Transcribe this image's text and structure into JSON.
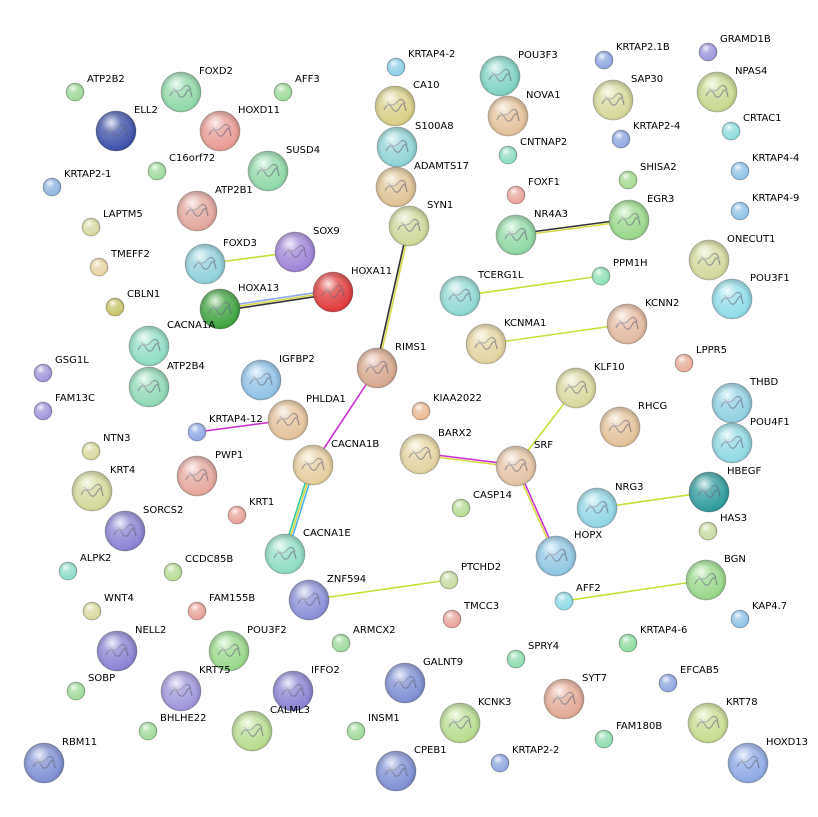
{
  "nodes": [
    {
      "id": "KRTAP4-2",
      "label": "KRTAP4-2",
      "color": "#8ecfe8",
      "size": "s"
    },
    {
      "id": "POU3F3",
      "label": "POU3F3",
      "color": "#7fd3c4",
      "size": "l"
    },
    {
      "id": "KRTAP2.1B",
      "label": "KRTAP2.1B",
      "color": "#8fa6e0",
      "size": "s"
    },
    {
      "id": "GRAMD1B",
      "label": "GRAMD1B",
      "color": "#9b95db",
      "size": "s"
    },
    {
      "id": "ATP2B2",
      "label": "ATP2B2",
      "color": "#9fd89a",
      "size": "s"
    },
    {
      "id": "FOXD2",
      "label": "FOXD2",
      "color": "#8fd8a9",
      "size": "l"
    },
    {
      "id": "AFF3",
      "label": "AFF3",
      "color": "#9fdb9c",
      "size": "s"
    },
    {
      "id": "CA10",
      "label": "CA10",
      "color": "#d8cf86",
      "size": "l"
    },
    {
      "id": "SAP30",
      "label": "SAP30",
      "color": "#d7d99a",
      "size": "l"
    },
    {
      "id": "NPAS4",
      "label": "NPAS4",
      "color": "#c8d98f",
      "size": "l"
    },
    {
      "id": "ELL2",
      "label": "ELL2",
      "color": "#3d4fa8",
      "size": "l"
    },
    {
      "id": "HOXD11",
      "label": "HOXD11",
      "color": "#e89a95",
      "size": "l"
    },
    {
      "id": "NOVA1",
      "label": "NOVA1",
      "color": "#e3c39a",
      "size": "l"
    },
    {
      "id": "KRTAP2-4",
      "label": "KRTAP2-4",
      "color": "#8fa6e0",
      "size": "s"
    },
    {
      "id": "CRTAC1",
      "label": "CRTAC1",
      "color": "#8fdcdc",
      "size": "s"
    },
    {
      "id": "S100A8",
      "label": "S100A8",
      "color": "#8fd3d3",
      "size": "l"
    },
    {
      "id": "C16orf72",
      "label": "C16orf72",
      "color": "#9fdb9c",
      "size": "s"
    },
    {
      "id": "SUSD4",
      "label": "SUSD4",
      "color": "#8fd8a9",
      "size": "l"
    },
    {
      "id": "CNTNAP2",
      "label": "CNTNAP2",
      "color": "#8fdcc0",
      "size": "s"
    },
    {
      "id": "KRTAP2-1",
      "label": "KRTAP2-1",
      "color": "#8fb3e0",
      "size": "s"
    },
    {
      "id": "ADAMTS17",
      "label": "ADAMTS17",
      "color": "#ddc392",
      "size": "l"
    },
    {
      "id": "SHISA2",
      "label": "SHISA2",
      "color": "#a5da90",
      "size": "s"
    },
    {
      "id": "KRTAP4-4",
      "label": "KRTAP4-4",
      "color": "#8fc2e8",
      "size": "s"
    },
    {
      "id": "ATP2B1",
      "label": "ATP2B1",
      "color": "#e3a69e",
      "size": "l"
    },
    {
      "id": "FOXF1",
      "label": "FOXF1",
      "color": "#e8a39a",
      "size": "s"
    },
    {
      "id": "EGR3",
      "label": "EGR3",
      "color": "#98d889",
      "size": "l"
    },
    {
      "id": "KRTAP4-9",
      "label": "KRTAP4-9",
      "color": "#8fc2e8",
      "size": "s"
    },
    {
      "id": "LAPTM5",
      "label": "LAPTM5",
      "color": "#d7d9a2",
      "size": "s"
    },
    {
      "id": "SYN1",
      "label": "SYN1",
      "color": "#cfd89a",
      "size": "l"
    },
    {
      "id": "NR4A3",
      "label": "NR4A3",
      "color": "#8fd8a5",
      "size": "l"
    },
    {
      "id": "SOX9",
      "label": "SOX9",
      "color": "#9f84d8",
      "size": "l"
    },
    {
      "id": "FOXD3",
      "label": "FOXD3",
      "color": "#8fd0d8",
      "size": "l"
    },
    {
      "id": "ONECUT1",
      "label": "ONECUT1",
      "color": "#d3d99b",
      "size": "l"
    },
    {
      "id": "TMEFF2",
      "label": "TMEFF2",
      "color": "#e6d3a4",
      "size": "s"
    },
    {
      "id": "HOXA11",
      "label": "HOXA11",
      "color": "#e03a3a",
      "size": "l"
    },
    {
      "id": "PPM1H",
      "label": "PPM1H",
      "color": "#8fe0b5",
      "size": "s"
    },
    {
      "id": "POU3F1",
      "label": "POU3F1",
      "color": "#8fdce6",
      "size": "l"
    },
    {
      "id": "CBLN1",
      "label": "CBLN1",
      "color": "#c8c66a",
      "size": "s"
    },
    {
      "id": "HOXA13",
      "label": "HOXA13",
      "color": "#3ea33e",
      "size": "l"
    },
    {
      "id": "TCERG1L",
      "label": "TCERG1L",
      "color": "#8fd8d2",
      "size": "l"
    },
    {
      "id": "KCNN2",
      "label": "KCNN2",
      "color": "#e3b9a1",
      "size": "l"
    },
    {
      "id": "CACNA1A",
      "label": "CACNA1A",
      "color": "#8fdcc4",
      "size": "l"
    },
    {
      "id": "KCNMA1",
      "label": "KCNMA1",
      "color": "#e3d4a0",
      "size": "l"
    },
    {
      "id": "RIMS1",
      "label": "RIMS1",
      "color": "#d8a88f",
      "size": "l"
    },
    {
      "id": "GSG1L",
      "label": "GSG1L",
      "color": "#9e95db",
      "size": "s"
    },
    {
      "id": "IGFBP2",
      "label": "IGFBP2",
      "color": "#8fc2e8",
      "size": "l"
    },
    {
      "id": "LPPR5",
      "label": "LPPR5",
      "color": "#e8ad9a",
      "size": "s"
    },
    {
      "id": "ATP2B4",
      "label": "ATP2B4",
      "color": "#8fd8b5",
      "size": "l"
    },
    {
      "id": "KLF10",
      "label": "KLF10",
      "color": "#dad99e",
      "size": "l"
    },
    {
      "id": "THBD",
      "label": "THBD",
      "color": "#8fd0e0",
      "size": "l"
    },
    {
      "id": "FAM13C",
      "label": "FAM13C",
      "color": "#9e95db",
      "size": "s"
    },
    {
      "id": "PHLDA1",
      "label": "PHLDA1",
      "color": "#e3c39a",
      "size": "l"
    },
    {
      "id": "KIAA2022",
      "label": "KIAA2022",
      "color": "#ebba95",
      "size": "s"
    },
    {
      "id": "RHCG",
      "label": "RHCG",
      "color": "#e3c39a",
      "size": "l"
    },
    {
      "id": "POU4F1",
      "label": "POU4F1",
      "color": "#8fd8e0",
      "size": "l"
    },
    {
      "id": "KRTAP4-12",
      "label": "KRTAP4-12",
      "color": "#8fa8e6",
      "size": "s"
    },
    {
      "id": "NTN3",
      "label": "NTN3",
      "color": "#d8d99e",
      "size": "s"
    },
    {
      "id": "BARX2",
      "label": "BARX2",
      "color": "#e3d4a0",
      "size": "l"
    },
    {
      "id": "CACNA1B",
      "label": "CACNA1B",
      "color": "#e6cf9e",
      "size": "l"
    },
    {
      "id": "SRF",
      "label": "SRF",
      "color": "#e3c3a5",
      "size": "l"
    },
    {
      "id": "HBEGF",
      "label": "HBEGF",
      "color": "#2e9a9a",
      "size": "l"
    },
    {
      "id": "PWP1",
      "label": "PWP1",
      "color": "#e6a69e",
      "size": "l"
    },
    {
      "id": "KRT4",
      "label": "KRT4",
      "color": "#d3d99a",
      "size": "l"
    },
    {
      "id": "CASP14",
      "label": "CASP14",
      "color": "#b7dc95",
      "size": "s"
    },
    {
      "id": "NRG3",
      "label": "NRG3",
      "color": "#8fd6e3",
      "size": "l"
    },
    {
      "id": "KRT1",
      "label": "KRT1",
      "color": "#e8a39a",
      "size": "s"
    },
    {
      "id": "SORCS2",
      "label": "SORCS2",
      "color": "#8a82d3",
      "size": "l"
    },
    {
      "id": "HAS3",
      "label": "HAS3",
      "color": "#c8dca1",
      "size": "s"
    },
    {
      "id": "HOPX",
      "label": "HOPX",
      "color": "#8fc7e3",
      "size": "l"
    },
    {
      "id": "CACNA1E",
      "label": "CACNA1E",
      "color": "#8fdcc4",
      "size": "l"
    },
    {
      "id": "ALPK2",
      "label": "ALPK2",
      "color": "#8fdcc8",
      "size": "s"
    },
    {
      "id": "CCDC85B",
      "label": "CCDC85B",
      "color": "#b7dc95",
      "size": "s"
    },
    {
      "id": "BGN",
      "label": "BGN",
      "color": "#98d889",
      "size": "l"
    },
    {
      "id": "ZNF594",
      "label": "ZNF594",
      "color": "#8a8fd8",
      "size": "l"
    },
    {
      "id": "PTCHD2",
      "label": "PTCHD2",
      "color": "#c8dca1",
      "size": "s"
    },
    {
      "id": "WNT4",
      "label": "WNT4",
      "color": "#dad99e",
      "size": "s"
    },
    {
      "id": "FAM155B",
      "label": "FAM155B",
      "color": "#e8a39a",
      "size": "s"
    },
    {
      "id": "AFF2",
      "label": "AFF2",
      "color": "#8fdce6",
      "size": "s"
    },
    {
      "id": "KAP4.7",
      "label": "KAP4.7",
      "color": "#8fc2e8",
      "size": "s"
    },
    {
      "id": "TMCC3",
      "label": "TMCC3",
      "color": "#e8a39a",
      "size": "s"
    },
    {
      "id": "NELL2",
      "label": "NELL2",
      "color": "#8a82d3",
      "size": "l"
    },
    {
      "id": "POU3F2",
      "label": "POU3F2",
      "color": "#98d889",
      "size": "l"
    },
    {
      "id": "ARMCX2",
      "label": "ARMCX2",
      "color": "#9fdb9c",
      "size": "s"
    },
    {
      "id": "KRTAP4-6",
      "label": "KRTAP4-6",
      "color": "#8fdca0",
      "size": "s"
    },
    {
      "id": "SPRY4",
      "label": "SPRY4",
      "color": "#8fdcb0",
      "size": "s"
    },
    {
      "id": "SOBP",
      "label": "SOBP",
      "color": "#9fdb9c",
      "size": "s"
    },
    {
      "id": "KRT75",
      "label": "KRT75",
      "color": "#9e95db",
      "size": "l"
    },
    {
      "id": "IFFO2",
      "label": "IFFO2",
      "color": "#8a82d3",
      "size": "l"
    },
    {
      "id": "GALNT9",
      "label": "GALNT9",
      "color": "#7f8ed3",
      "size": "l"
    },
    {
      "id": "SYT7",
      "label": "SYT7",
      "color": "#e3a995",
      "size": "l"
    },
    {
      "id": "EFCAB5",
      "label": "EFCAB5",
      "color": "#8fa6e0",
      "size": "s"
    },
    {
      "id": "KCNK3",
      "label": "KCNK3",
      "color": "#b9dc8f",
      "size": "l"
    },
    {
      "id": "BHLHE22",
      "label": "BHLHE22",
      "color": "#9fdb9c",
      "size": "s"
    },
    {
      "id": "CALML3",
      "label": "CALML3",
      "color": "#b9dc8f",
      "size": "l"
    },
    {
      "id": "FAM180B",
      "label": "FAM180B",
      "color": "#8fdcb0",
      "size": "s"
    },
    {
      "id": "KRT78",
      "label": "KRT78",
      "color": "#c8dc8f",
      "size": "l"
    },
    {
      "id": "INSM1",
      "label": "INSM1",
      "color": "#9fdb9c",
      "size": "s"
    },
    {
      "id": "RBM11",
      "label": "RBM11",
      "color": "#7f8ed3",
      "size": "l"
    },
    {
      "id": "CPEB1",
      "label": "CPEB1",
      "color": "#7f8ed3",
      "size": "l"
    },
    {
      "id": "KRTAP2-2",
      "label": "KRTAP2-2",
      "color": "#8fa6e0",
      "size": "s"
    },
    {
      "id": "HOXD13",
      "label": "HOXD13",
      "color": "#8fa8e6",
      "size": "l"
    }
  ],
  "edges": [
    {
      "source": "SYN1",
      "target": "RIMS1",
      "colors": [
        "#d8d84a",
        "#333333"
      ]
    },
    {
      "source": "RIMS1",
      "target": "CACNA1B",
      "colors": [
        "#cc33cc"
      ]
    },
    {
      "source": "CACNA1B",
      "target": "CACNA1E",
      "colors": [
        "#4fb3e6",
        "#d8d84a",
        "#33cc99"
      ]
    },
    {
      "source": "NR4A3",
      "target": "EGR3",
      "colors": [
        "#333333",
        "#d8d84a"
      ]
    },
    {
      "source": "FOXD3",
      "target": "SOX9",
      "colors": [
        "#c8dc3a"
      ]
    },
    {
      "source": "HOXA13",
      "target": "HOXA11",
      "colors": [
        "#8fa6e6",
        "#d8d84a",
        "#333333"
      ]
    },
    {
      "source": "TCERG1L",
      "target": "PPM1H",
      "colors": [
        "#c8dc3a"
      ]
    },
    {
      "source": "KCNMA1",
      "target": "KCNN2",
      "colors": [
        "#c8dc3a"
      ]
    },
    {
      "source": "KRTAP4-12",
      "target": "PHLDA1",
      "colors": [
        "#cc33cc"
      ]
    },
    {
      "source": "BARX2",
      "target": "SRF",
      "colors": [
        "#cc33cc",
        "#d8d84a"
      ]
    },
    {
      "source": "KLF10",
      "target": "SRF",
      "colors": [
        "#c8dc3a"
      ]
    },
    {
      "source": "SRF",
      "target": "HOPX",
      "colors": [
        "#cc33cc",
        "#d8d84a"
      ]
    },
    {
      "source": "NRG3",
      "target": "HBEGF",
      "colors": [
        "#c8dc3a"
      ]
    },
    {
      "source": "ZNF594",
      "target": "PTCHD2",
      "colors": [
        "#c8dc3a"
      ]
    },
    {
      "source": "AFF2",
      "target": "BGN",
      "colors": [
        "#c8dc3a"
      ]
    }
  ]
}
